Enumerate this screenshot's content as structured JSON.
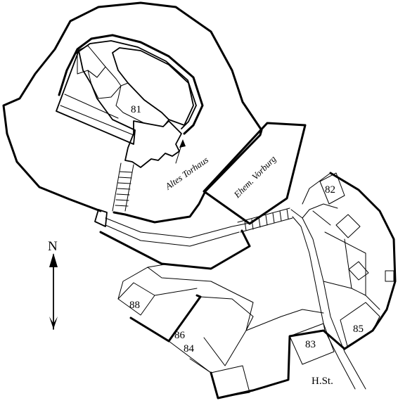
{
  "map": {
    "compass": {
      "label": "N"
    },
    "labels": {
      "altes_torhaus": "Altes Torhaus",
      "vorburg": "Ehem. Vorburg",
      "street": "H.St."
    },
    "buildings": [
      "81",
      "82",
      "83",
      "84",
      "85",
      "86",
      "88"
    ],
    "colors": {
      "ink": "#000000",
      "paper": "#ffffff"
    }
  }
}
